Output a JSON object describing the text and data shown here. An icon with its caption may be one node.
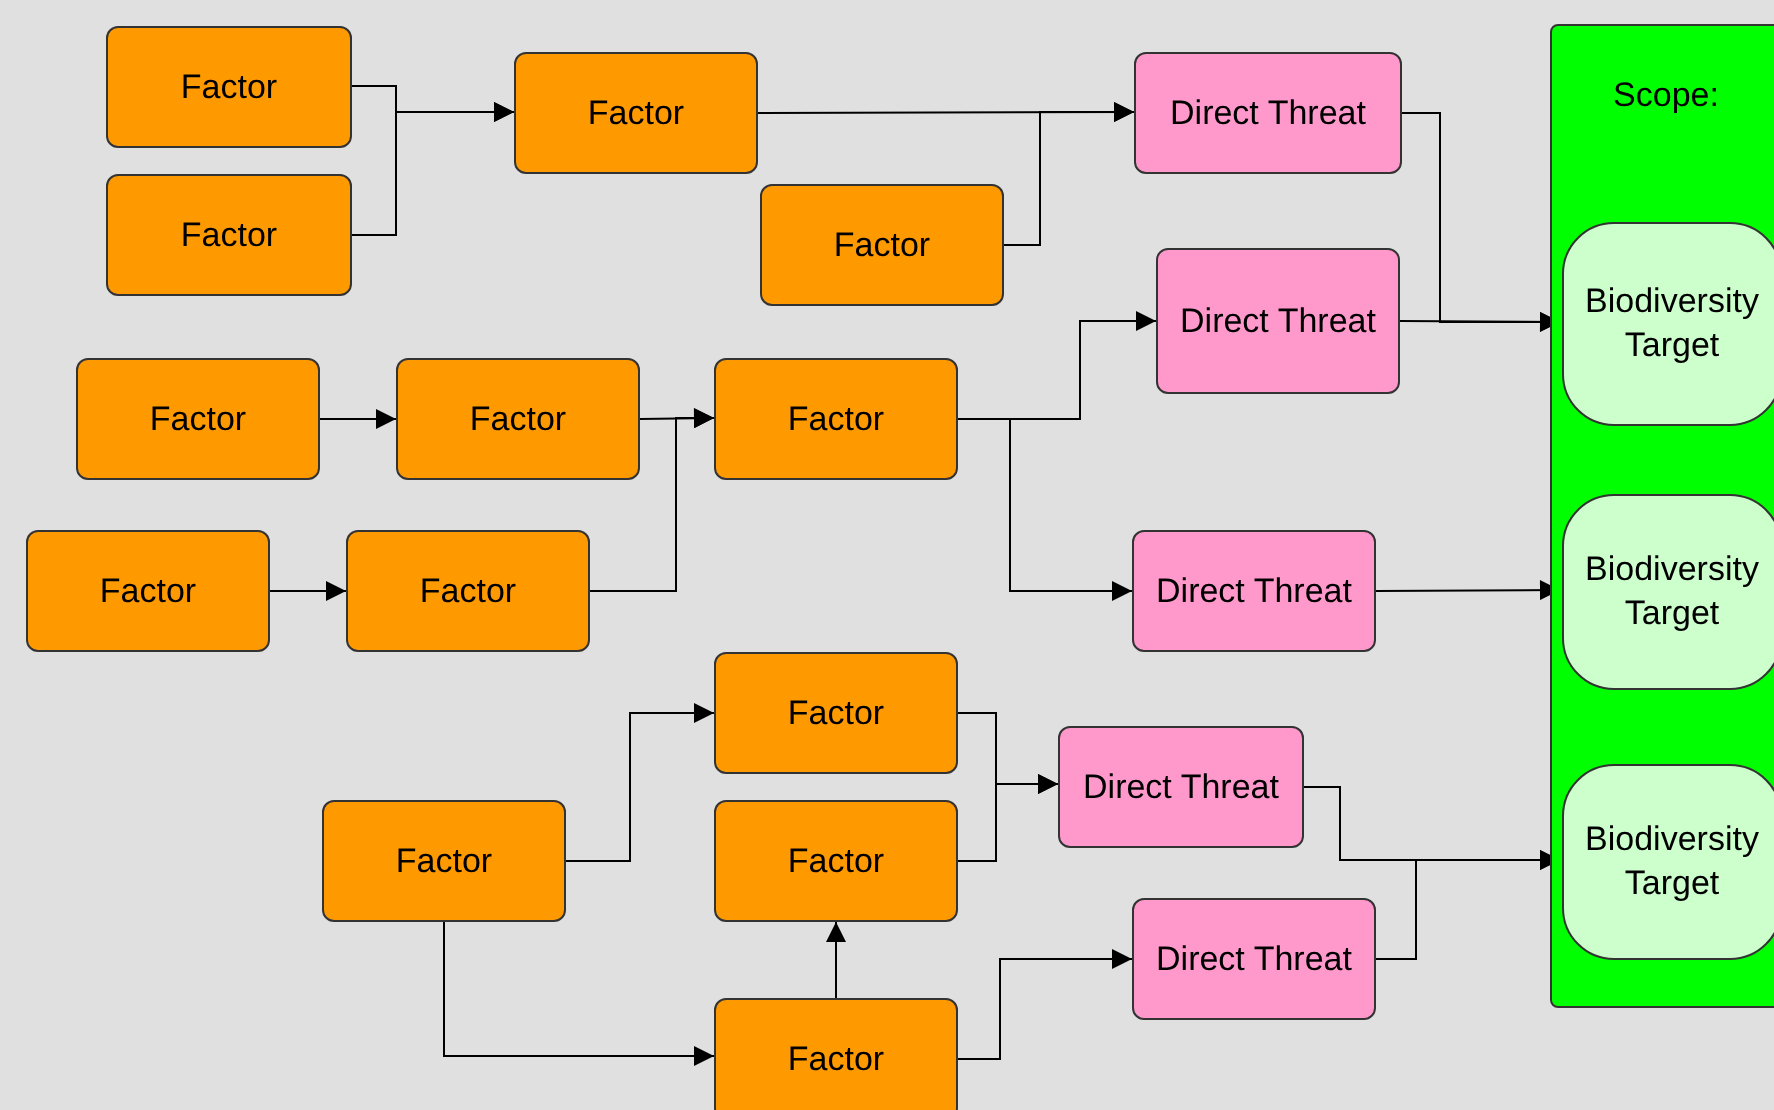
{
  "diagram": {
    "nodes": [
      {
        "text": [
          "Factor"
        ]
      },
      {
        "text": [
          "Factor"
        ]
      },
      {
        "text": [
          "Factor"
        ]
      },
      {
        "text": [
          "Direct Threat"
        ]
      },
      {
        "text": [
          "Factor"
        ]
      },
      {
        "text": [
          "Scope:"
        ]
      },
      {
        "text": [
          "Direct Threat"
        ]
      },
      {
        "text": [
          "Biodiversity Target"
        ],
        "in": 5
      },
      {
        "text": [
          "Factor"
        ]
      },
      {
        "text": [
          "Factor"
        ]
      },
      {
        "text": [
          "Factor"
        ]
      },
      {
        "text": [
          "Factor"
        ]
      },
      {
        "text": [
          "Factor"
        ]
      },
      {
        "text": [
          "Direct Threat"
        ]
      },
      {
        "text": [
          "Biodiversity Target"
        ],
        "in": 5
      },
      {
        "text": [
          "Factor"
        ]
      },
      {
        "text": [
          "Direct Threat"
        ]
      },
      {
        "text": [
          "Factor"
        ]
      },
      {
        "text": [
          "Factor"
        ]
      },
      {
        "text": [
          "Biodiversity Target"
        ],
        "in": 5
      },
      {
        "text": [
          "Direct Threat"
        ]
      },
      {
        "text": [
          "Factor"
        ]
      }
    ],
    "edges": [
      {
        "from": 0,
        "to": 2,
        "arrow": "to"
      },
      {
        "from": 1,
        "to": 2,
        "arrow": "to"
      },
      {
        "from": 2,
        "to": 3,
        "arrow": "to"
      },
      {
        "from": 4,
        "to": 3,
        "arrow": "to"
      },
      {
        "from": 3,
        "to": 7,
        "arrow": "to"
      },
      {
        "from": 6,
        "to": 7,
        "arrow": "to"
      },
      {
        "from": 8,
        "to": 9,
        "arrow": "to"
      },
      {
        "from": 9,
        "to": 10,
        "arrow": "to"
      },
      {
        "from": 11,
        "to": 12,
        "arrow": "to"
      },
      {
        "from": 12,
        "to": 10,
        "arrow": "to"
      },
      {
        "from": 10,
        "to": 6,
        "arrow": "to"
      },
      {
        "from": 10,
        "to": 13,
        "arrow": "to"
      },
      {
        "from": 13,
        "to": 14,
        "arrow": "to"
      },
      {
        "from": 17,
        "to": 15,
        "arrow": "to"
      },
      {
        "from": 17,
        "to": 21,
        "arrow": "to"
      },
      {
        "from": 21,
        "to": 18,
        "arrow": "to"
      },
      {
        "from": 15,
        "to": 16,
        "arrow": "to"
      },
      {
        "from": 18,
        "to": 16,
        "arrow": "to"
      },
      {
        "from": 16,
        "to": 19,
        "arrow": "to"
      },
      {
        "from": 21,
        "to": 20,
        "arrow": "to"
      },
      {
        "from": 20,
        "to": 19,
        "arrow": "to"
      }
    ]
  }
}
